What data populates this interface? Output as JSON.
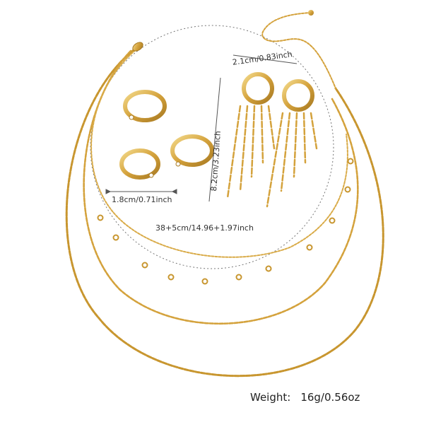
{
  "labels": {
    "ring_size": "1.8cm/0.71inch",
    "necklace_length": "38+5cm/14.96+1.97inch",
    "earring_width": "2.1cm/0.83inch",
    "earring_length": "8.2cm/3.23inch"
  },
  "weight": {
    "label": "Weight:",
    "value": "16g/0.56oz"
  },
  "colors": {
    "gold": "#d4a23c",
    "gold_light": "#f0cf7a",
    "gold_dark": "#a87a22",
    "guide_line": "#666666",
    "text": "#333333"
  }
}
